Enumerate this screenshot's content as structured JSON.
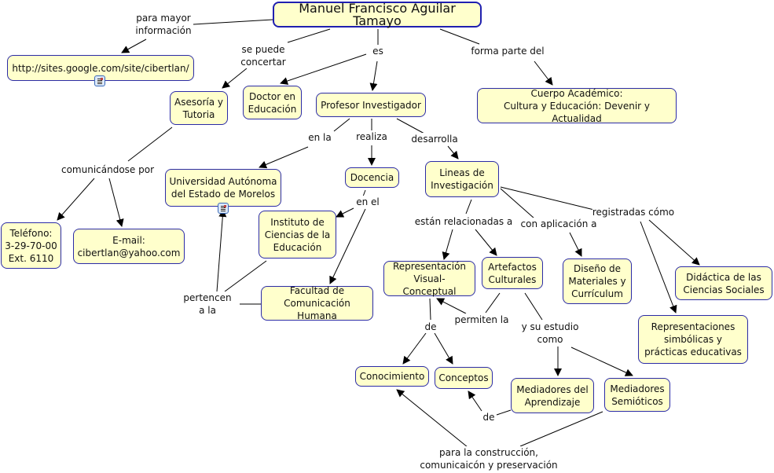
{
  "colors": {
    "node_fill": "#ffffcc",
    "node_border": "#2b2ba6",
    "line": "#000000"
  },
  "nodes": {
    "main": "Manuel Francisco Aguilar Tamayo",
    "url": "http://sites.google.com/site/cibertlan/",
    "asesoria": "Asesoría y\nTutoria",
    "doctor": "Doctor en\nEducación",
    "profesor": "Profesor Investigador",
    "cuerpo": "Cuerpo Académico:\nCultura y Educación: Devenir y Actualidad",
    "uaem": "Universidad Autónoma\ndel Estado de Morelos",
    "docencia": "Docencia",
    "lineas": "Lineas de\nInvestigación",
    "instituto": "Instituto de\nCiencias de la\nEducación",
    "telefono": "Teléfono:\n3-29-70-00\nExt. 6110",
    "email": "E-mail:\ncibertlan@yahoo.com",
    "facultad": "Facultad de\nComunicación Humana",
    "repvis": "Representación\nVisual-Conceptual",
    "artefactos": "Artefactos\nCulturales",
    "diseno": "Diseño de\nMateriales y\nCurrículum",
    "didactica": "Didáctica de las\nCiencias Sociales",
    "representaciones": "Representaciones\nsimbólicas y\nprácticas educativas",
    "conocimiento": "Conocimiento",
    "conceptos": "Conceptos",
    "medapr": "Mediadores del\nAprendizaje",
    "medsem": "Mediadores\nSemióticos"
  },
  "links": {
    "para_mayor": "para mayor\ninformación",
    "se_puede": "se puede\nconcertar",
    "es": "es",
    "forma_parte": "forma parte del",
    "en_la": "en la",
    "realiza": "realiza",
    "desarrolla": "desarrolla",
    "comunicandose": "comunicándose por",
    "en_el": "en el",
    "estan": "están relacionadas a",
    "con_aplicacion": "con aplicación a",
    "registradas": "registradas cómo",
    "pertencen": "pertencen\na la",
    "de1": "de",
    "permiten": "permiten la",
    "y_su_estudio": "y su estudio\ncomo",
    "de2": "de",
    "para_la": "para la construcción,\ncomunicaicón y preservación"
  },
  "icons": {
    "url_resource": "document-icon",
    "uaem_resource": "document-icon"
  }
}
